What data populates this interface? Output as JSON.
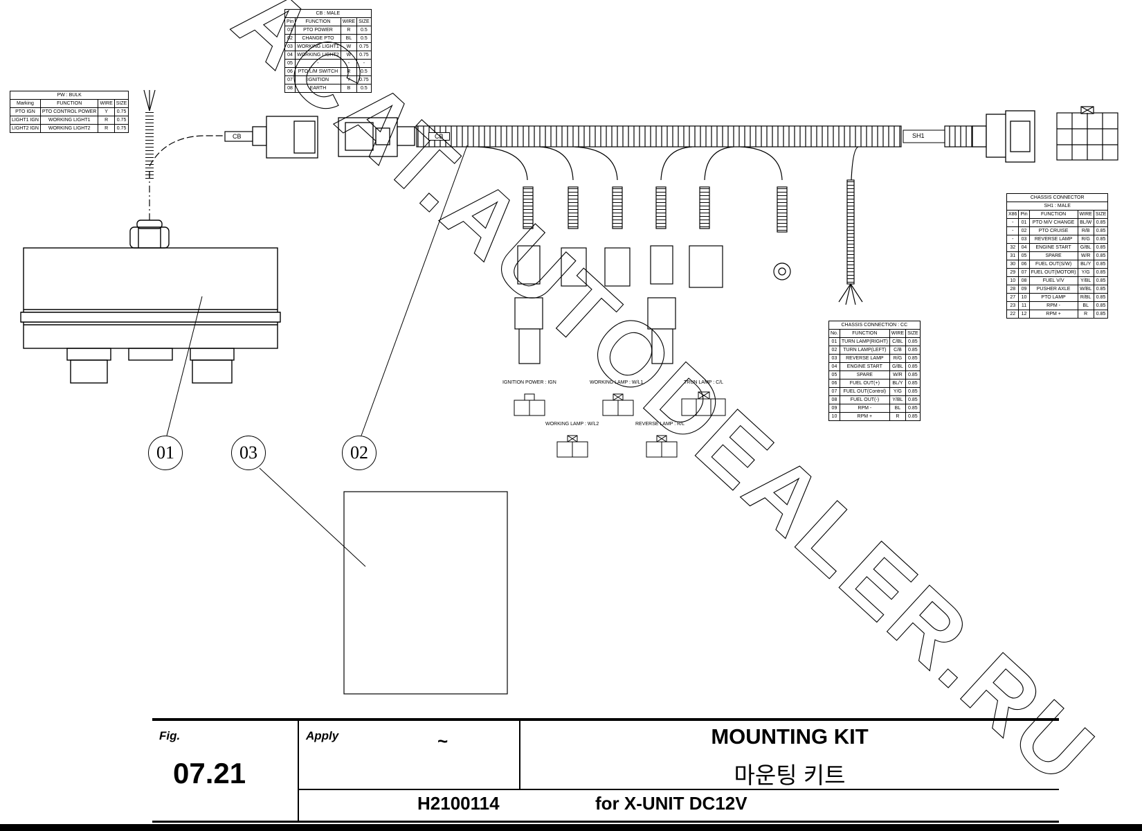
{
  "watermark": "ACAT.AUTODEALER.RU",
  "tables": {
    "pw": {
      "title": "PW : BULK",
      "headers": [
        "Marking",
        "FUNCTION",
        "WIRE",
        "SIZE"
      ],
      "rows": [
        [
          "PTO IGN",
          "PTO CONTROL POWER",
          "Y",
          "0.75"
        ],
        [
          "LIGHT1 IGN",
          "WORKING LIGHT1",
          "R",
          "0.75"
        ],
        [
          "LIGHT2 IGN",
          "WORKING LIGHT2",
          "R",
          "0.75"
        ]
      ]
    },
    "cb": {
      "title": "CB : MALE",
      "headers": [
        "Pin",
        "FUNCTION",
        "WIRE",
        "SIZE"
      ],
      "rows": [
        [
          "01",
          "PTO POWER",
          "R",
          "0.5"
        ],
        [
          "02",
          "CHANGE PTO",
          "BL",
          "0.5"
        ],
        [
          "03",
          "WORKING LIGHT1",
          "W",
          "0.75"
        ],
        [
          "04",
          "WORKING LIGHT2",
          "W",
          "0.75"
        ],
        [
          "05",
          "-",
          "-",
          "-"
        ],
        [
          "06",
          "PTO L/M SWITCH",
          "R",
          "0.5"
        ],
        [
          "07",
          "IGNITION",
          "Y",
          "0.75"
        ],
        [
          "08",
          "EARTH",
          "B",
          "0.5"
        ]
      ]
    },
    "chassis_connector": {
      "title": "CHASSIS CONNECTOR",
      "subtitle": "SH1 : MALE",
      "headers": [
        "X86",
        "Pin",
        "FUNCTION",
        "WIRE",
        "SIZE"
      ],
      "rows": [
        [
          "-",
          "01",
          "PTO M/V CHANGE",
          "BL/W",
          "0.85"
        ],
        [
          "-",
          "02",
          "PTO CRUISE",
          "R/B",
          "0.85"
        ],
        [
          "-",
          "03",
          "REVERSE LAMP",
          "R/G",
          "0.85"
        ],
        [
          "32",
          "04",
          "ENGINE START",
          "G/BL",
          "0.85"
        ],
        [
          "31",
          "05",
          "SPARE",
          "W/R",
          "0.85"
        ],
        [
          "30",
          "06",
          "FUEL OUT(S/W)",
          "BL/Y",
          "0.85"
        ],
        [
          "29",
          "07",
          "FUEL OUT(MOTOR)",
          "Y/G",
          "0.85"
        ],
        [
          "10",
          "08",
          "FUEL V/V",
          "Y/BL",
          "0.85"
        ],
        [
          "28",
          "09",
          "PUSHER AXLE",
          "W/BL",
          "0.85"
        ],
        [
          "27",
          "10",
          "PTO LAMP",
          "R/BL",
          "0.85"
        ],
        [
          "23",
          "11",
          "RPM -",
          "BL",
          "0.85"
        ],
        [
          "22",
          "12",
          "RPM +",
          "R",
          "0.85"
        ]
      ]
    },
    "chassis_connection": {
      "title": "CHASSIS CONNECTION : CC",
      "headers": [
        "No.",
        "FUNCTION",
        "WIRE",
        "SIZE"
      ],
      "rows": [
        [
          "01",
          "TURN LAMP(RIGHT)",
          "C/BL",
          "0.85"
        ],
        [
          "02",
          "TURN LAMP(LEFT)",
          "C/B",
          "0.85"
        ],
        [
          "03",
          "REVERSE LAMP",
          "R/G",
          "0.85"
        ],
        [
          "04",
          "ENGINE START",
          "G/BL",
          "0.85"
        ],
        [
          "05",
          "SPARE",
          "W/R",
          "0.85"
        ],
        [
          "06",
          "FUEL OUT(+)",
          "BL/Y",
          "0.85"
        ],
        [
          "07",
          "FUEL OUT(Control)",
          "Y/G",
          "0.85"
        ],
        [
          "08",
          "FUEL OUT(-)",
          "Y/BL",
          "0.85"
        ],
        [
          "09",
          "RPM -",
          "BL",
          "0.85"
        ],
        [
          "10",
          "RPM +",
          "R",
          "0.85"
        ]
      ]
    }
  },
  "harness_tags": {
    "cb_left": "CB",
    "cb_right": "CB",
    "sh1": "SH1"
  },
  "connector_labels": {
    "ign": "IGNITION POWER : IGN",
    "wl1": "WORKING LAMP : W/L1",
    "trun": "TRUN LAMP : C/L",
    "wl2": "WORKING LAMP : W/L2",
    "rev": "REVERSE LAMP : R/L"
  },
  "callouts": {
    "c01": "01",
    "c02": "02",
    "c03": "03"
  },
  "title_block": {
    "fig_label": "Fig.",
    "fig_number": "07.21",
    "apply_label": "Apply",
    "apply_value": "~",
    "title_en": "MOUNTING KIT",
    "title_kr": "마운팅 키트",
    "part_number": "H2100114",
    "description": "for X-UNIT DC12V"
  }
}
